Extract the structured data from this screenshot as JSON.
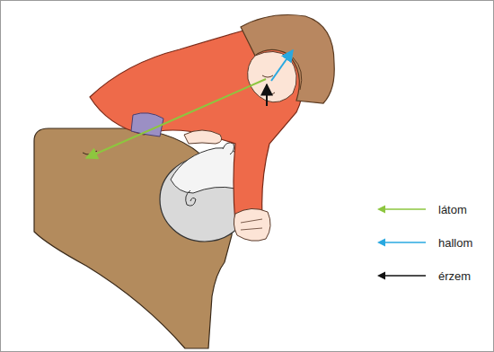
{
  "diagram": {
    "legend": [
      {
        "text": "látom"
      },
      {
        "text": "hallom"
      },
      {
        "text": "érzem"
      }
    ]
  }
}
